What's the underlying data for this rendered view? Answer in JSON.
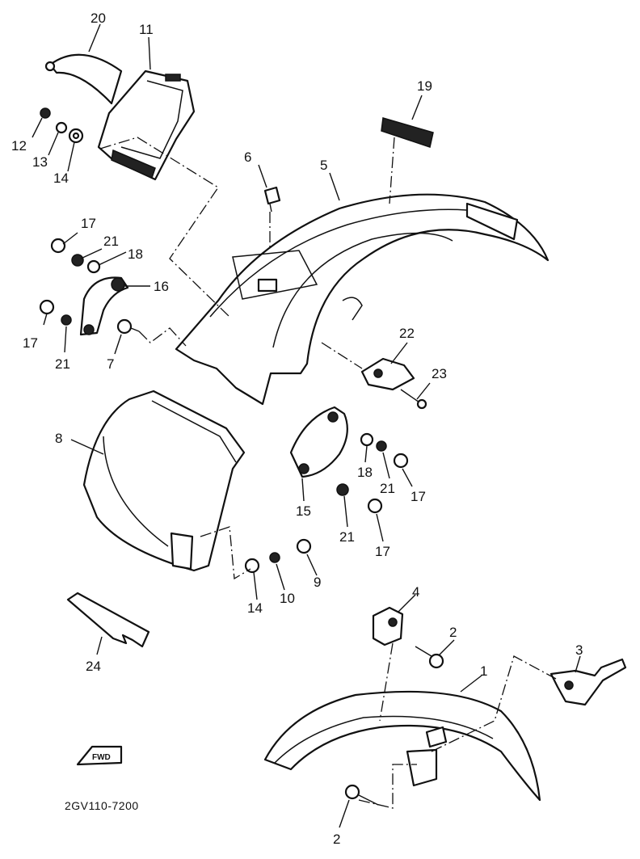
{
  "drawing_code": "2GV110-7200",
  "fwd_mark": "FWD",
  "callouts": {
    "c1": "1",
    "c2a": "2",
    "c2b": "2",
    "c3": "3",
    "c4": "4",
    "c5": "5",
    "c6": "6",
    "c7": "7",
    "c8": "8",
    "c9": "9",
    "c10": "10",
    "c11": "11",
    "c12": "12",
    "c13": "13",
    "c14a": "14",
    "c14b": "14",
    "c15": "15",
    "c16": "16",
    "c17a": "17",
    "c17b": "17",
    "c17c": "17",
    "c17d": "17",
    "c18a": "18",
    "c18b": "18",
    "c19": "19",
    "c20": "20",
    "c21a": "21",
    "c21b": "21",
    "c21c": "21",
    "c21d": "21",
    "c22": "22",
    "c23": "23",
    "c24": "24"
  }
}
